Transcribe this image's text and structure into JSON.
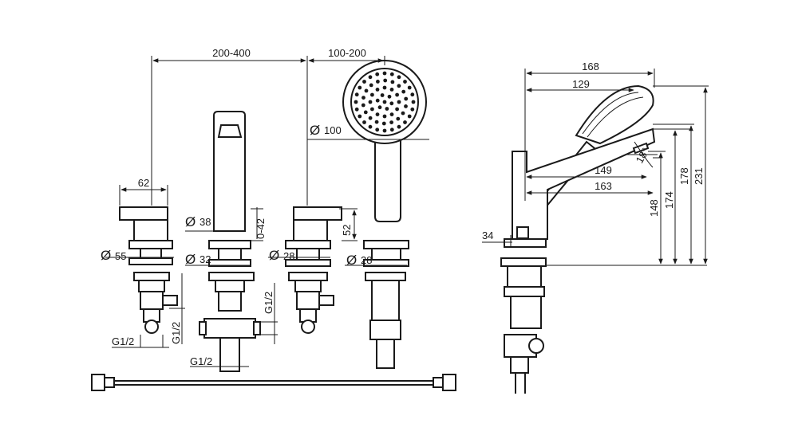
{
  "dimensions": {
    "spacing_main": "200-400",
    "spacing_shower": "100-200",
    "shower_head_diameter": "100",
    "valve_width": "62",
    "spout_diameter": "38",
    "spout_range": "0-42",
    "handle_height": "52",
    "valve_flange_diameter": "55",
    "spout_flange_diameter": "32",
    "center_flange_diameter": "28",
    "shower_flange_diameter": "28",
    "thread_left": "G1/2",
    "thread_left_vertical": "G1/2",
    "thread_bottom": "G1/2",
    "thread_center_vertical": "G1/2",
    "side_total_depth": "168",
    "side_head_depth": "129",
    "side_spout_reach": "149",
    "side_spout_depth": "163",
    "side_deck": "34",
    "side_height_outlet": "148",
    "side_height_top": "174",
    "side_height_spout": "178",
    "side_height_total": "231",
    "angle": "18°"
  },
  "symbols": {
    "diameter": "Ø"
  },
  "colors": {
    "line": "#1a1a1a",
    "background": "#ffffff"
  }
}
